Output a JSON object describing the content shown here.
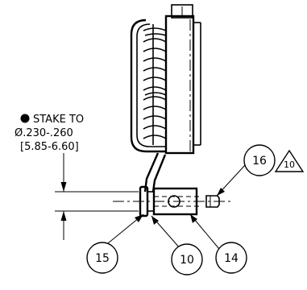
{
  "note": {
    "line1": "STAKE TO",
    "line2": "Ø.230-.260",
    "line3": "[5.85-6.60]"
  },
  "balloons": [
    {
      "id": "b15",
      "label": "15"
    },
    {
      "id": "b10",
      "label": "10"
    },
    {
      "id": "b14",
      "label": "14"
    },
    {
      "id": "b16",
      "label": "16"
    }
  ],
  "revision_flag": {
    "label": "10"
  }
}
